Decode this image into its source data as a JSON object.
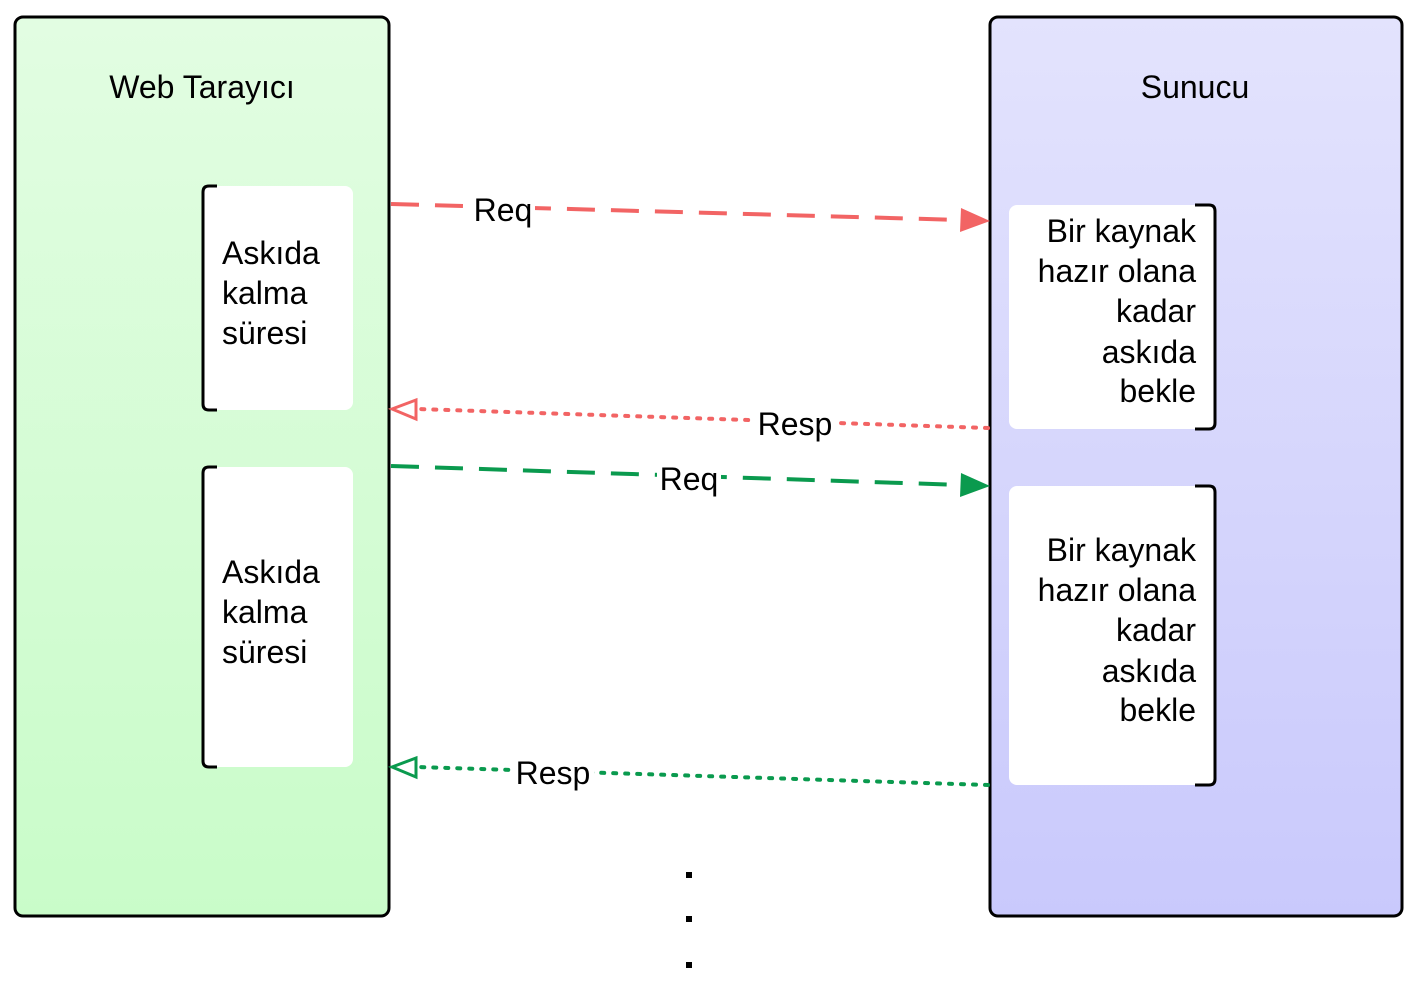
{
  "browser": {
    "title": "Web Tarayıcı",
    "hang_label": [
      "Askıda",
      "kalma",
      "süresi"
    ]
  },
  "server": {
    "title": "Sunucu",
    "wait_label": [
      "Bir kaynak",
      "hazır olana",
      "kadar",
      "askıda",
      "bekle"
    ]
  },
  "messages": [
    {
      "kind": "request",
      "label": "Req",
      "color": "#f26464"
    },
    {
      "kind": "response",
      "label": "Resp",
      "color": "#f26464"
    },
    {
      "kind": "request",
      "label": "Req",
      "color": "#0a9a4e"
    },
    {
      "kind": "response",
      "label": "Resp",
      "color": "#0a9a4e"
    }
  ],
  "colors": {
    "browser_fill_top": "#e2fde2",
    "browser_fill_bottom": "#c9fcc9",
    "server_fill_top": "#e3e3fd",
    "server_fill_bottom": "#c9c9fc",
    "stroke": "#000000"
  },
  "continuation": "..."
}
